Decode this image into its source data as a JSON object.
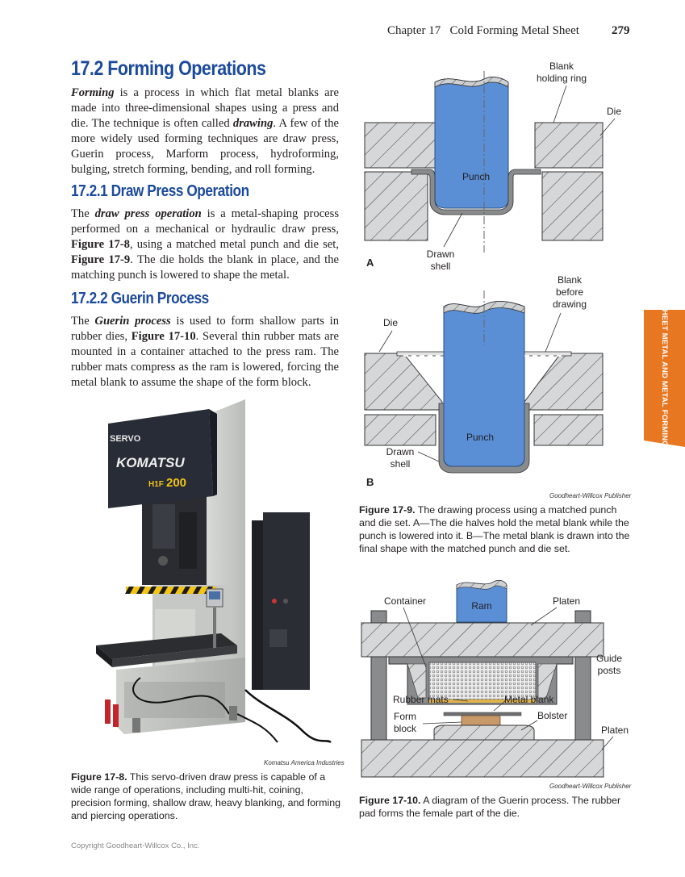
{
  "header": {
    "chapter": "Chapter 17   Cold Forming Metal Sheet",
    "page_number": "279"
  },
  "section": {
    "number": "17.2",
    "title": "Forming Operations",
    "p1_term": "Forming",
    "p1_a": " is a process in which flat metal blanks are made into three-dimensional shapes using a press and die. The technique is often called ",
    "p1_term2": "drawing",
    "p1_b": ". A few of the more widely used forming techniques are draw press, Guerin process, Marform process, hydroforming, bulging, stretch forming, bending, and roll forming."
  },
  "sub1": {
    "number": "17.2.1",
    "title": "Draw Press Operation",
    "a": "The ",
    "term": "draw press operation",
    "b": " is a metal-shaping process performed on a mechanical or hydraulic draw press, ",
    "ref1": "Figure 17-8",
    "c": ", using a matched metal punch and die set, ",
    "ref2": "Figure 17-9",
    "d": ". The die holds the blank in place, and the matching punch is lowered to shape the metal."
  },
  "sub2": {
    "number": "17.2.2",
    "title": "Guerin Process",
    "a": "The ",
    "term": "Guerin process",
    "b": " is used to form shallow parts in rubber dies, ",
    "ref": "Figure 17-10",
    "c": ". Several thin rubber mats are mounted in a container attached to the press ram. The rubber mats compress as the ram is lowered, forcing the metal blank to assume the shape of the form block."
  },
  "sidebar_tab": "SHEET METAL AND METAL FORMING",
  "press_photo": {
    "brand": "KOMATSU",
    "servo": "SERVO",
    "model_prefix": "H1F",
    "model_number": "200"
  },
  "fig8": {
    "credit": "Komatsu America Industries",
    "label": "Figure 17-8.",
    "text": " This servo-driven draw press is capable of a wide range of operations, including multi-hit, coining, precision forming, shallow draw, heavy blanking, and forming and piercing operations."
  },
  "fig9": {
    "labels": {
      "blank_holding_ring_1": "Blank",
      "blank_holding_ring_2": "holding ring",
      "die_a": "Die",
      "punch_a": "Punch",
      "drawn_shell_a_1": "Drawn",
      "drawn_shell_a_2": "shell",
      "panel_a": "A",
      "blank_before_1": "Blank",
      "blank_before_2": "before",
      "blank_before_3": "drawing",
      "die_b": "Die",
      "punch_b": "Punch",
      "drawn_shell_b_1": "Drawn",
      "drawn_shell_b_2": "shell",
      "panel_b": "B"
    },
    "credit": "Goodheart-Willcox Publisher",
    "label": "Figure 17-9.",
    "text": " The drawing process using a matched punch and die set. A—The die halves hold the metal blank while the punch is lowered into it. B—The metal blank is drawn into the final shape with the matched punch and die set."
  },
  "fig10": {
    "labels": {
      "container": "Container",
      "ram": "Ram",
      "platen_top": "Platen",
      "guide_posts_1": "Guide",
      "guide_posts_2": "posts",
      "rubber_mats": "Rubber mats",
      "metal_blank": "Metal blank",
      "form_block_1": "Form",
      "form_block_2": "block",
      "bolster": "Bolster",
      "platen_bottom": "Platen"
    },
    "credit": "Goodheart-Willcox Publisher",
    "label": "Figure 17-10.",
    "text": " A diagram of the Guerin process. The rubber pad forms the female part of the die."
  },
  "copyright": "Copyright Goodheart-Willcox Co., Inc."
}
